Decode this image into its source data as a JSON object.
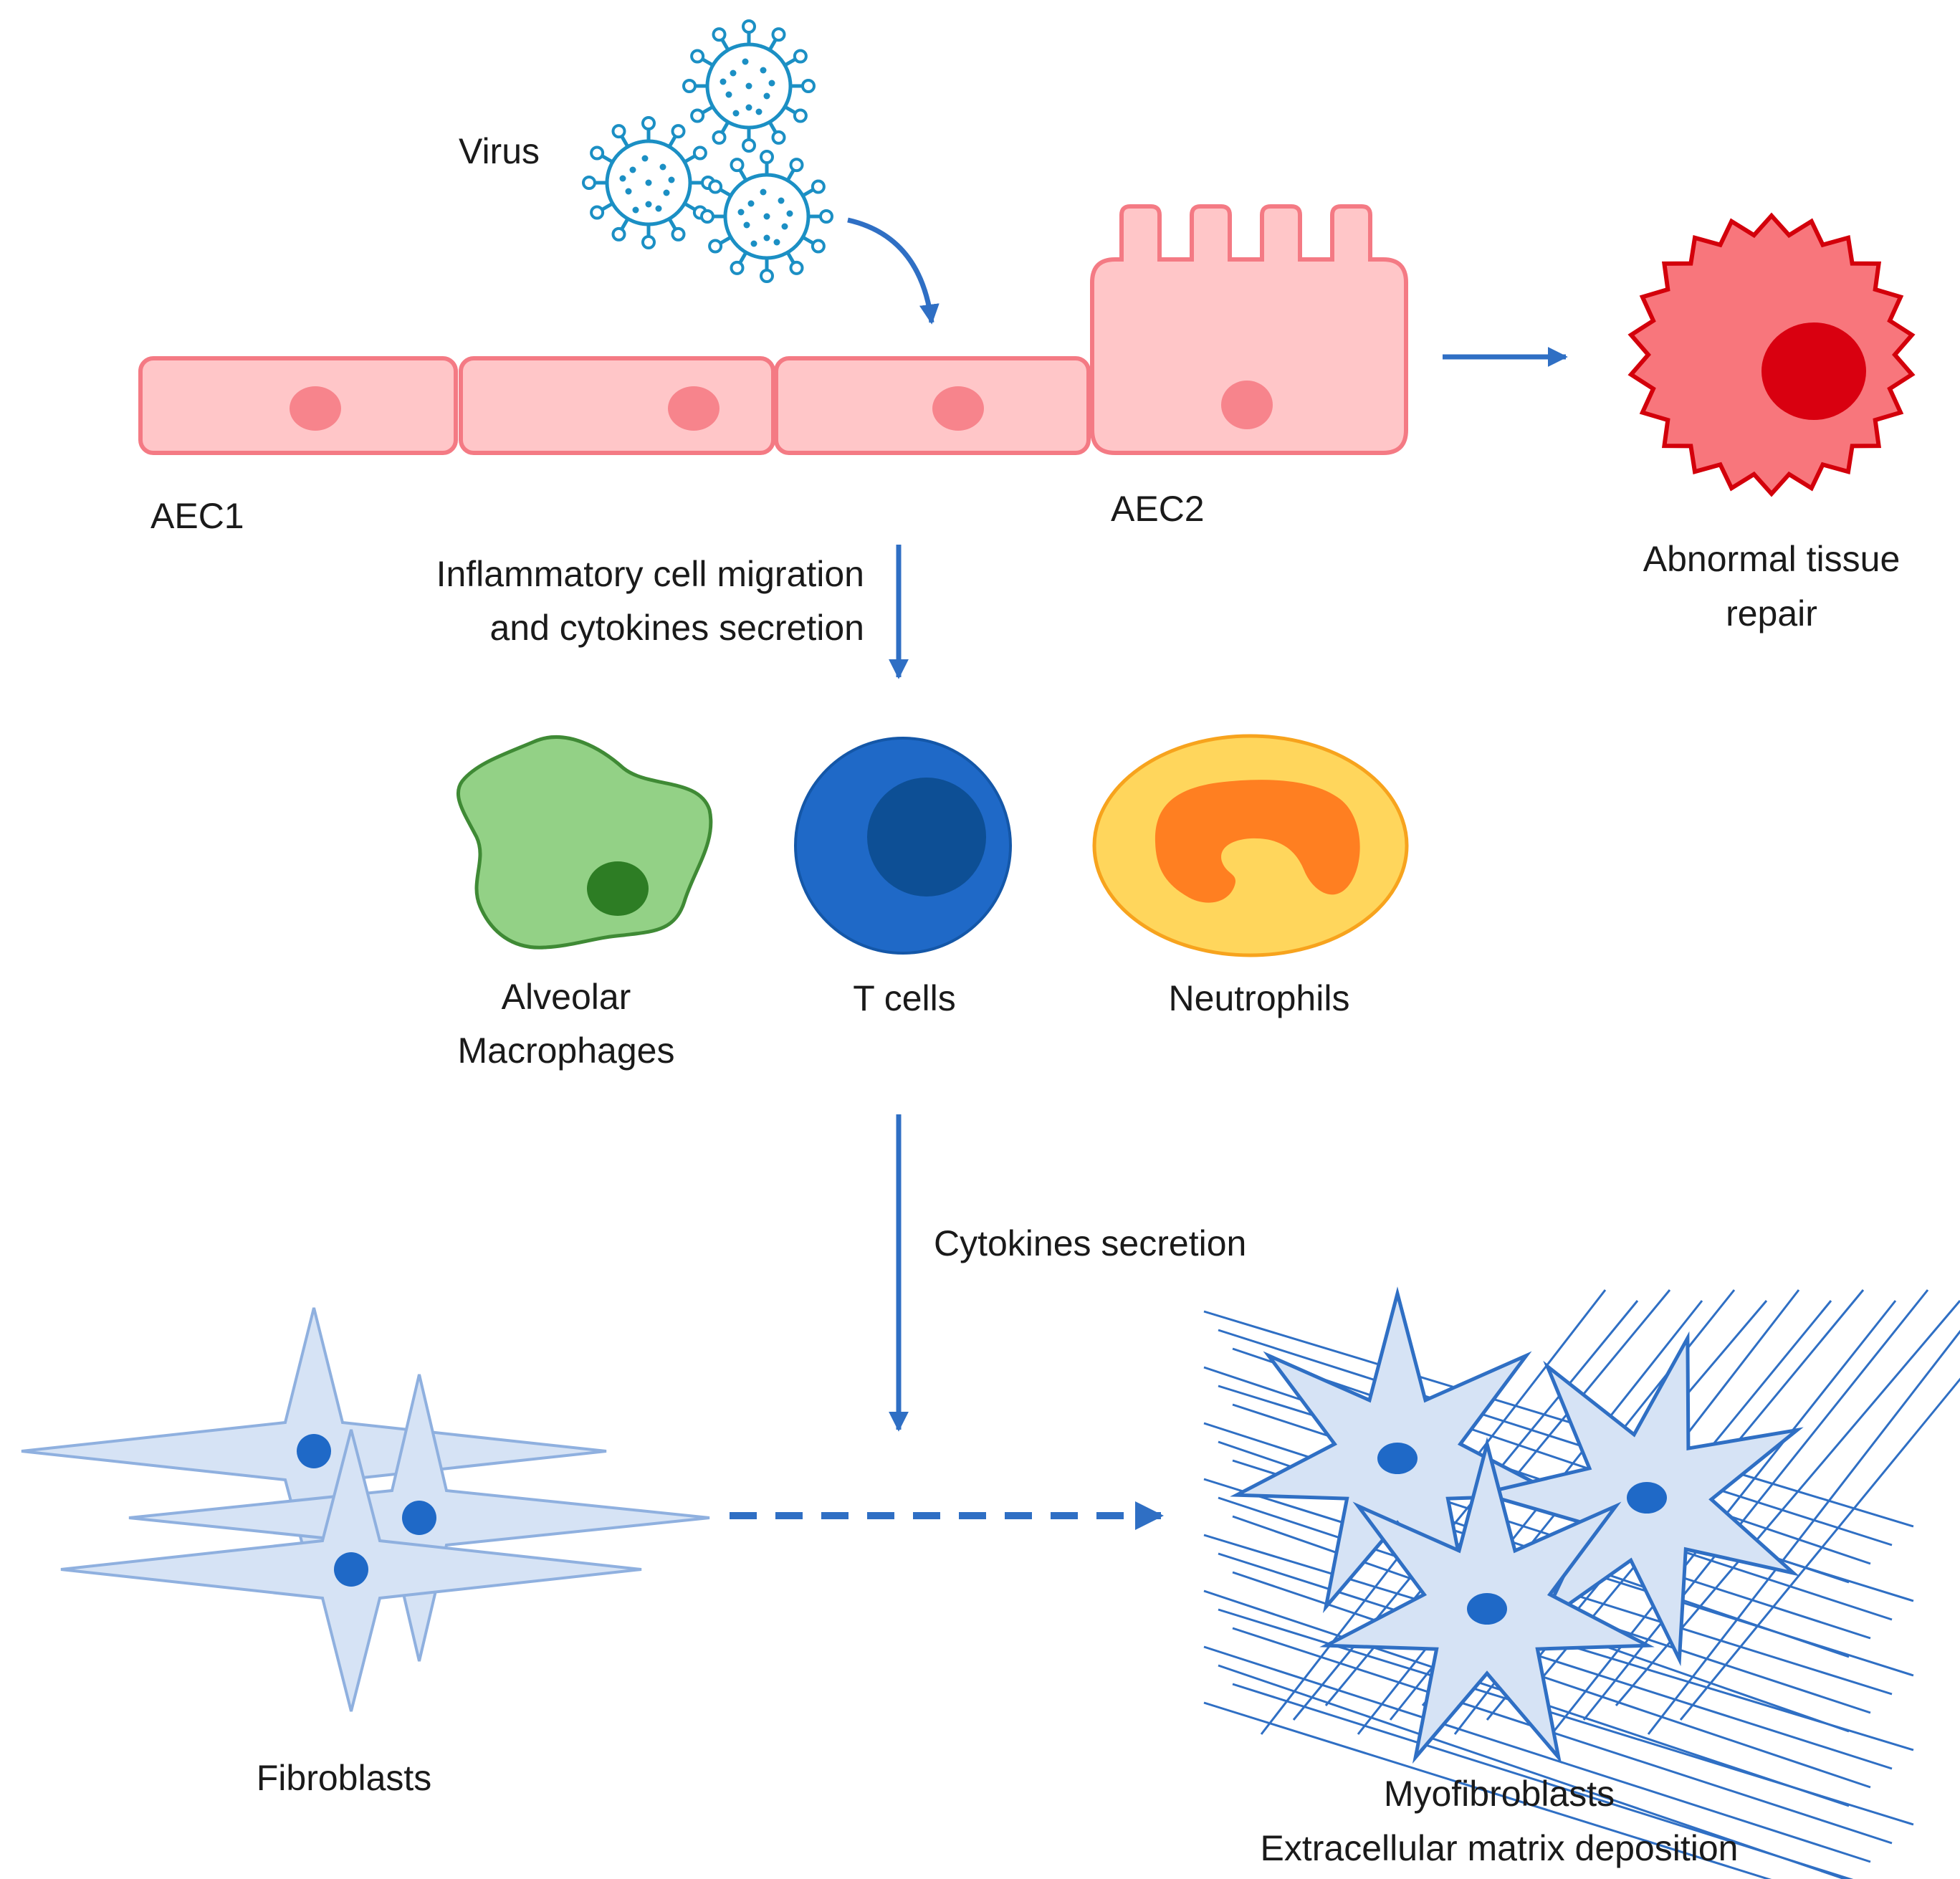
{
  "labels": {
    "virus": "Virus",
    "aec1": "AEC1",
    "aec2": "AEC2",
    "abnormal_line1": "Abnormal tissue",
    "abnormal_line2": "repair",
    "inflammatory_line1": "Inflammatory cell migration",
    "inflammatory_line2": "and cytokines secretion",
    "macrophages_line1": "Alveolar",
    "macrophages_line2": "Macrophages",
    "tcells": "T cells",
    "neutrophils": "Neutrophils",
    "cytokines": "Cytokines secretion",
    "fibroblasts": "Fibroblasts",
    "myofibroblasts": "Myofibroblasts",
    "ecm": "Extracellular matrix deposition"
  },
  "colors": {
    "arrow": "#2f6fc4",
    "epithelial_fill": "#ffc6c8",
    "epithelial_stroke": "#f47a84",
    "nucleus_pink": "#f7848c",
    "abnormal_fill": "#f8767c",
    "abnormal_stroke": "#d3000b",
    "abnormal_nucleus": "#d90010",
    "virus": "#1b8fc4",
    "macrophage_fill": "#93d186",
    "macrophage_stroke": "#3f8a35",
    "macrophage_nucleus": "#2d7d24",
    "tcell_fill": "#1f69c7",
    "tcell_nucleus": "#0d4f95",
    "neutrophil_fill": "#ffd65c",
    "neutrophil_stroke": "#f7a31d",
    "neutrophil_nucleus": "#ff7f21",
    "fibro_fill": "#d6e3f5",
    "fibro_stroke": "#8fb0df",
    "fibro_nucleus": "#1f69c7",
    "ecm_line": "#2f6fc4"
  },
  "icons": [
    "virus-icon",
    "aec1-cell-icon",
    "aec2-cell-icon",
    "abnormal-cell-icon",
    "macrophage-icon",
    "t-cell-icon",
    "neutrophil-icon",
    "fibroblast-icon",
    "myofibroblast-icon"
  ]
}
